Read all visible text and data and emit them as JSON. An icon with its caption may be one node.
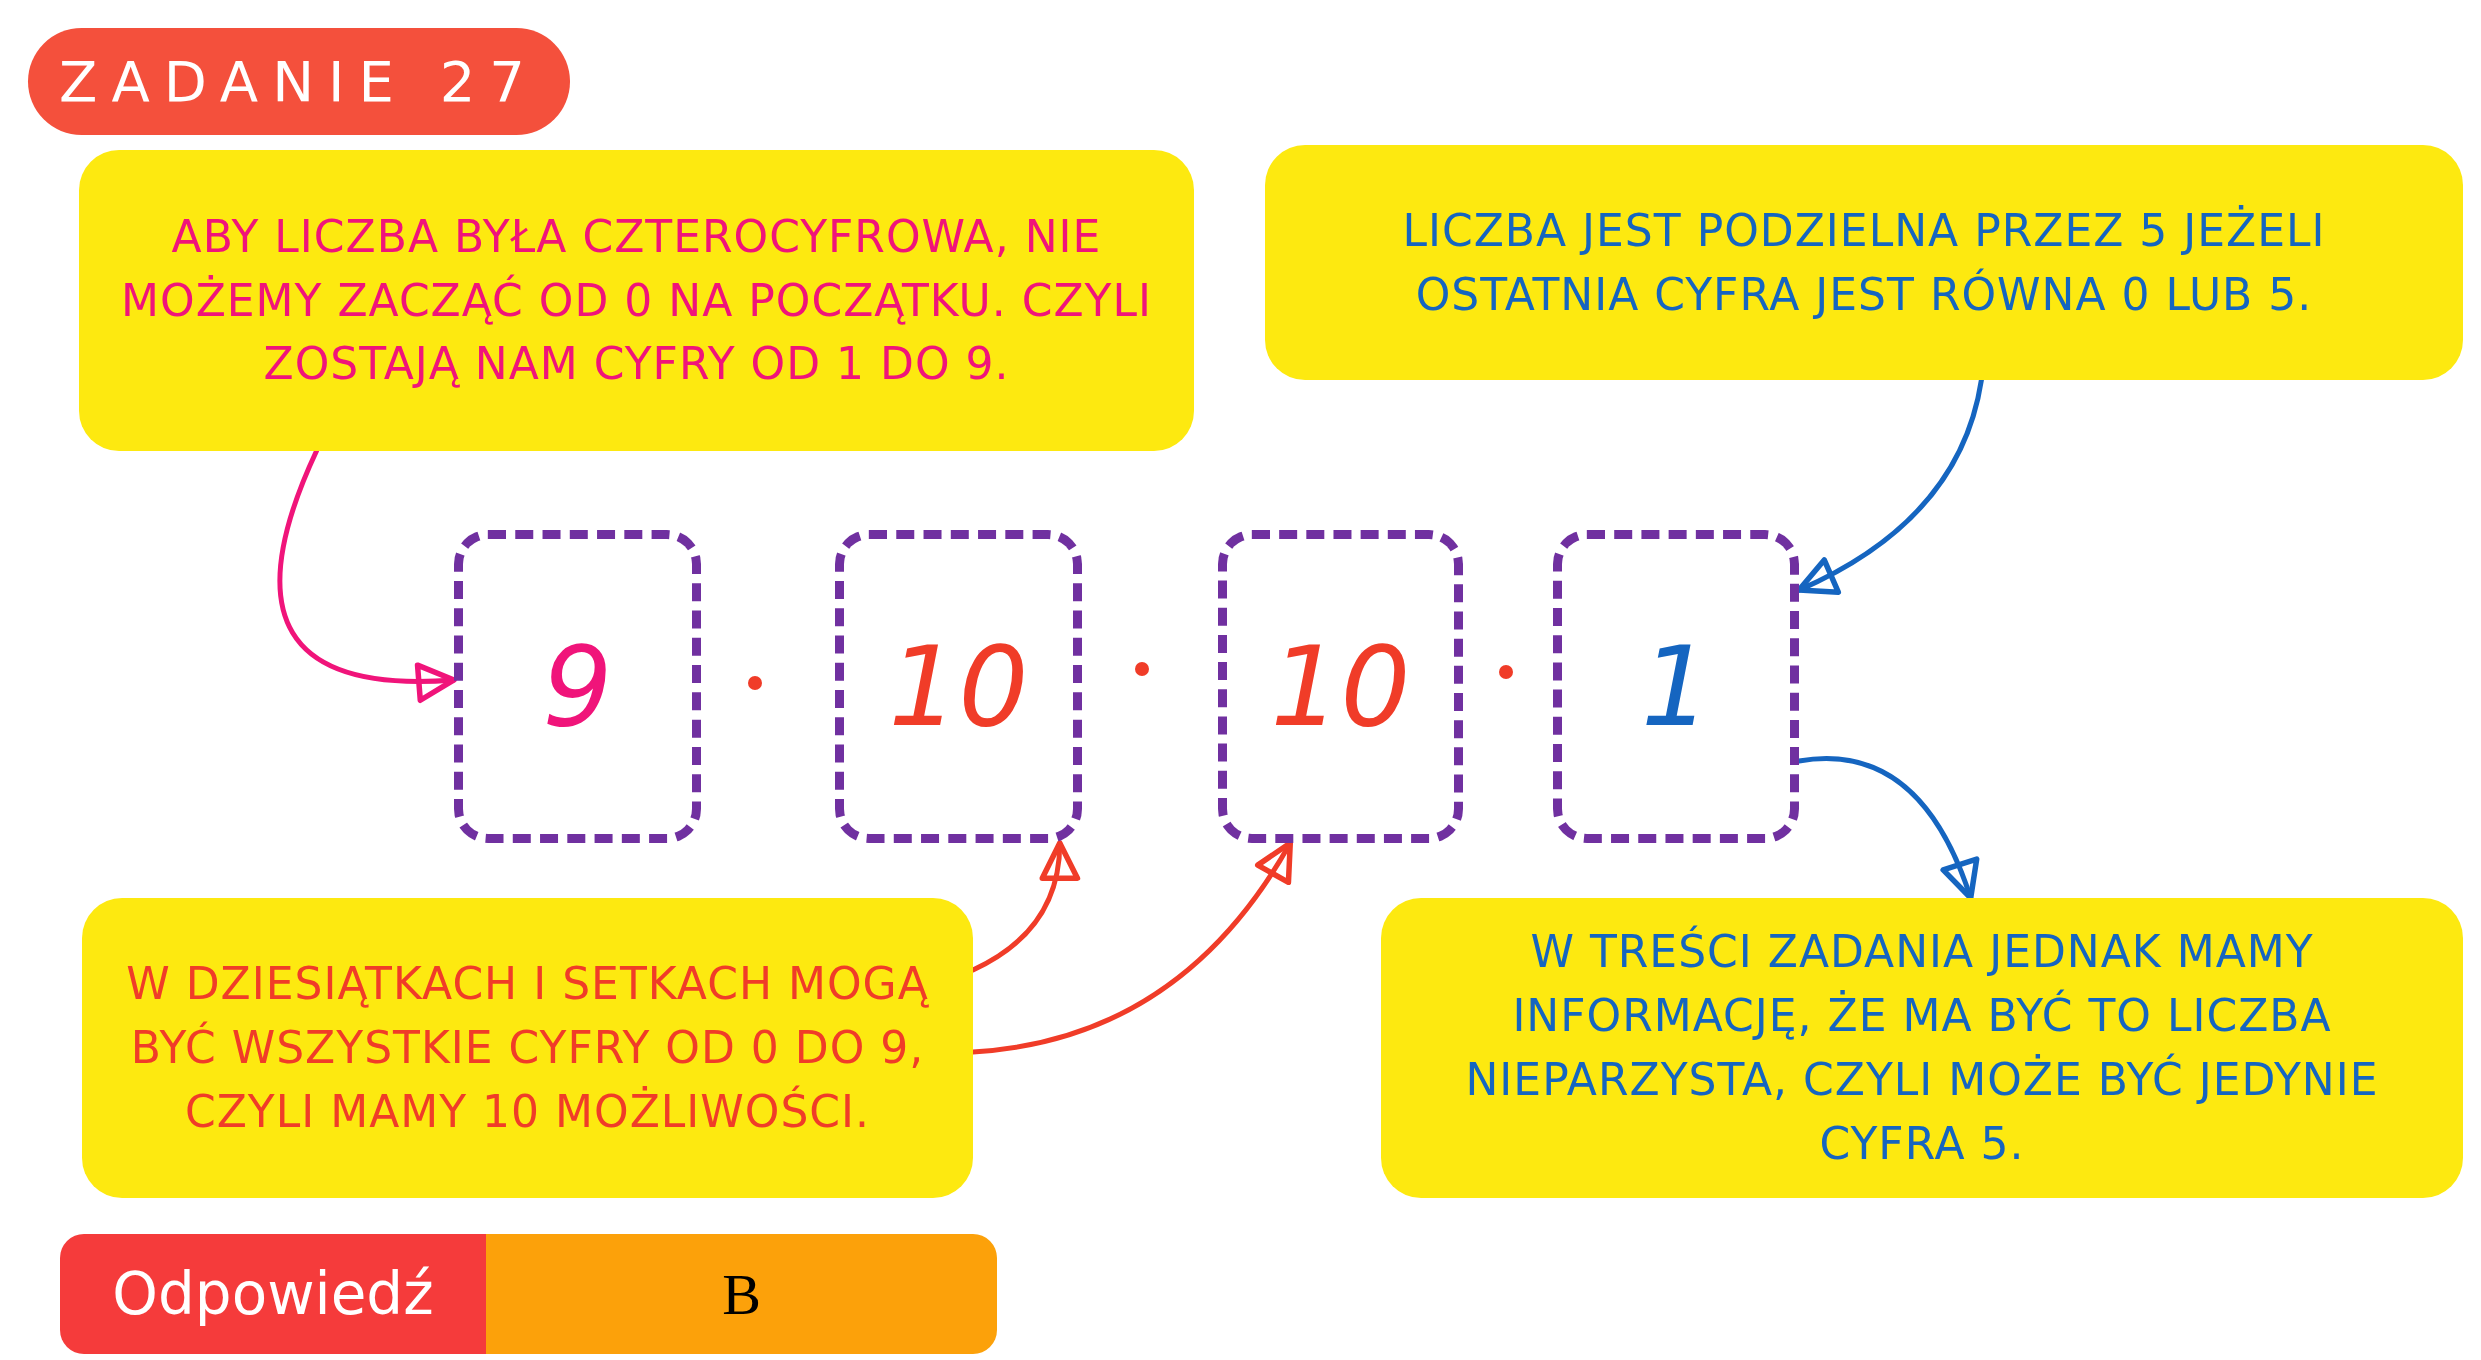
{
  "diagram": {
    "title": "ZADANIE 27",
    "nodes": [
      {
        "text": [
          "ABY LICZBA BYŁA CZTEROCYFROWA, NIE MOŻEMY ZACZĄĆ OD 0 NA POCZĄTKU. CZYLI ZOSTAJĄ NAM CYFRY OD 1 DO 9."
        ]
      },
      {
        "text": [
          "LICZBA JEST PODZIELNA PRZEZ 5 JEŻELI OSTATNIA CYFRA JEST RÓWNA 0 LUB 5."
        ]
      },
      {
        "text": [
          "9"
        ]
      },
      {
        "text": [
          "10"
        ]
      },
      {
        "text": [
          "10"
        ]
      },
      {
        "text": [
          "1"
        ]
      },
      {
        "text": [
          "W DZIESIĄTKACH I SETKACH MOGĄ BYĆ WSZYSTKIE CYFRY OD 0 DO 9, CZYLI MAMY 10 MOŻLIWOŚCI."
        ]
      },
      {
        "text": [
          "W TREŚCI ZADANIA JEDNAK MAMY INFORMACJĘ, ŻE MA BYĆ TO LICZBA NIEPARZYSTA, CZYLI MOŻE BYĆ JEDYNIE CYFRA 5."
        ]
      },
      {
        "text": [
          "Odpowiedź"
        ]
      },
      {
        "text": [
          "B"
        ]
      }
    ],
    "edges": [
      {
        "from": 0,
        "to": 2,
        "arrow": "to",
        "color": "#f0147a"
      },
      {
        "from": 1,
        "to": 5,
        "arrow": "to",
        "color": "#1565c0"
      },
      {
        "from": 6,
        "to": 3,
        "arrow": "to",
        "color": "#f03c28"
      },
      {
        "from": 6,
        "to": 4,
        "arrow": "to",
        "color": "#f03c28"
      },
      {
        "from": 5,
        "to": 7,
        "arrow": "to",
        "color": "#1565c0"
      }
    ]
  }
}
